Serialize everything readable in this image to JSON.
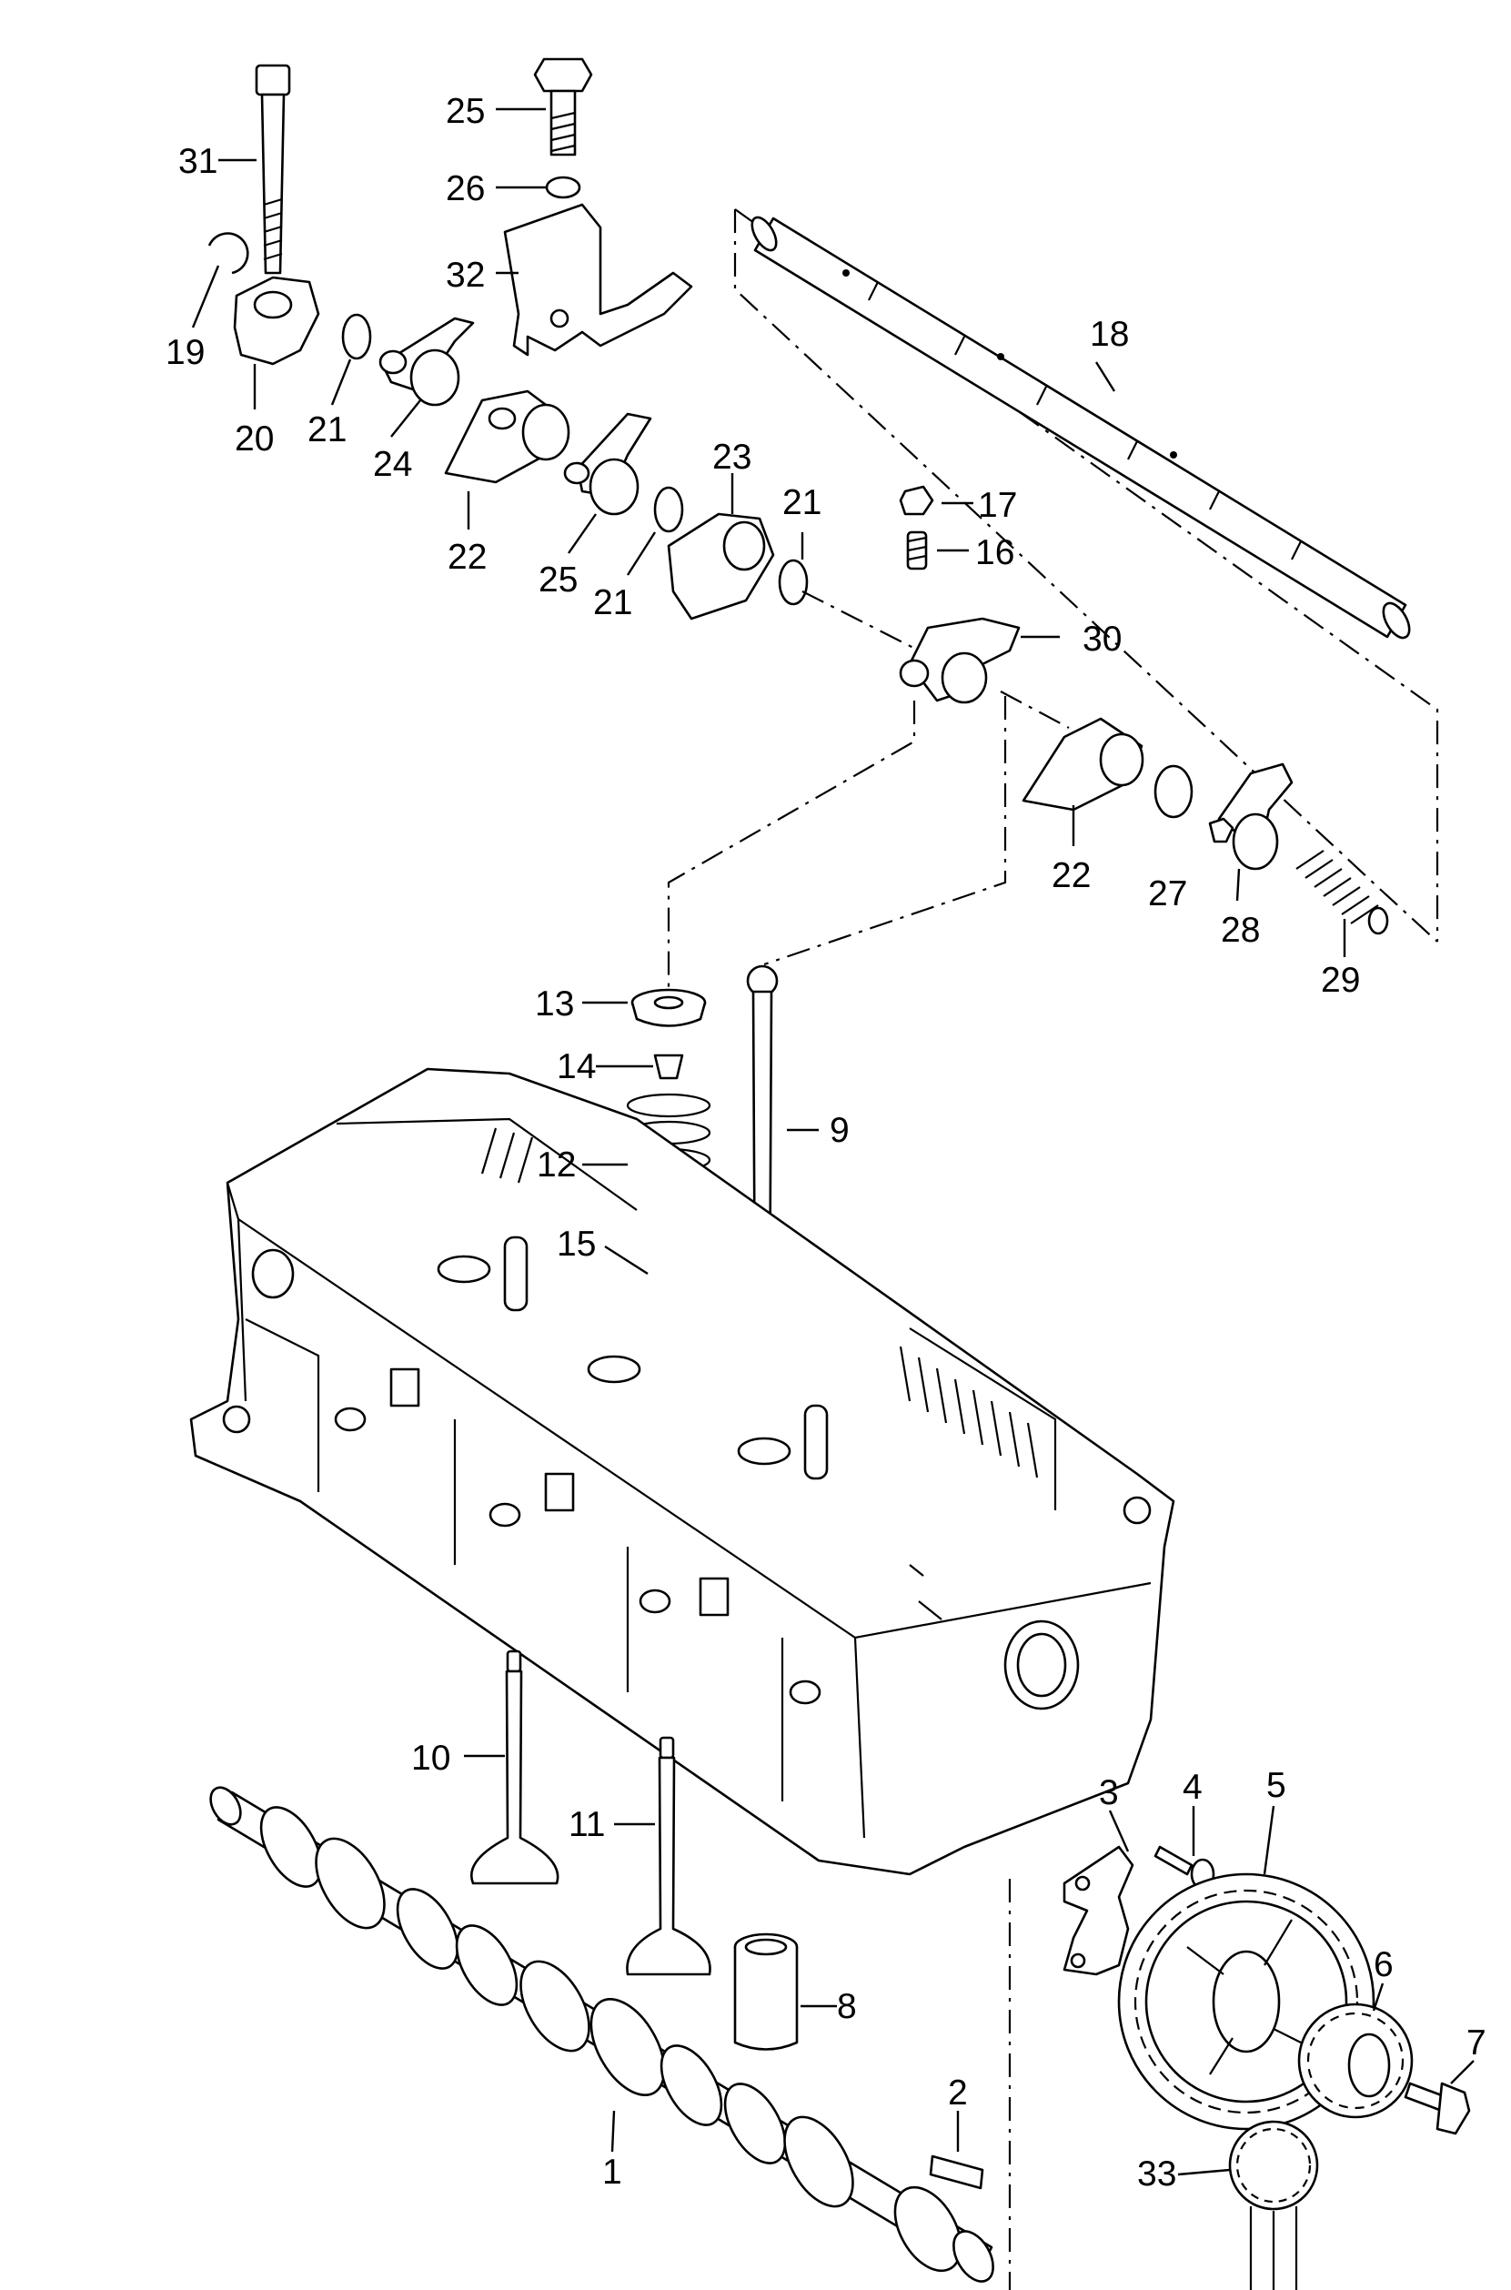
{
  "diagram": {
    "type": "exploded-parts-view",
    "callouts": [
      {
        "id": "c1",
        "text": "1"
      },
      {
        "id": "c2",
        "text": "2"
      },
      {
        "id": "c3",
        "text": "3"
      },
      {
        "id": "c4",
        "text": "4"
      },
      {
        "id": "c5",
        "text": "5"
      },
      {
        "id": "c6",
        "text": "6"
      },
      {
        "id": "c7",
        "text": "7"
      },
      {
        "id": "c8",
        "text": "8"
      },
      {
        "id": "c9",
        "text": "9"
      },
      {
        "id": "c10",
        "text": "10"
      },
      {
        "id": "c11",
        "text": "11"
      },
      {
        "id": "c12",
        "text": "12"
      },
      {
        "id": "c13",
        "text": "13"
      },
      {
        "id": "c14",
        "text": "14"
      },
      {
        "id": "c15",
        "text": "15"
      },
      {
        "id": "c16",
        "text": "16"
      },
      {
        "id": "c17",
        "text": "17"
      },
      {
        "id": "c18",
        "text": "18"
      },
      {
        "id": "c19",
        "text": "19"
      },
      {
        "id": "c20",
        "text": "20"
      },
      {
        "id": "c21a",
        "text": "21"
      },
      {
        "id": "c21b",
        "text": "21"
      },
      {
        "id": "c21c",
        "text": "21"
      },
      {
        "id": "c22a",
        "text": "22"
      },
      {
        "id": "c22b",
        "text": "22"
      },
      {
        "id": "c23",
        "text": "23"
      },
      {
        "id": "c24",
        "text": "24"
      },
      {
        "id": "c25a",
        "text": "25"
      },
      {
        "id": "c25b",
        "text": "25"
      },
      {
        "id": "c26",
        "text": "26"
      },
      {
        "id": "c27",
        "text": "27"
      },
      {
        "id": "c28",
        "text": "28"
      },
      {
        "id": "c29",
        "text": "29"
      },
      {
        "id": "c30",
        "text": "30"
      },
      {
        "id": "c31",
        "text": "31"
      },
      {
        "id": "c32",
        "text": "32"
      },
      {
        "id": "c33",
        "text": "33"
      }
    ]
  }
}
